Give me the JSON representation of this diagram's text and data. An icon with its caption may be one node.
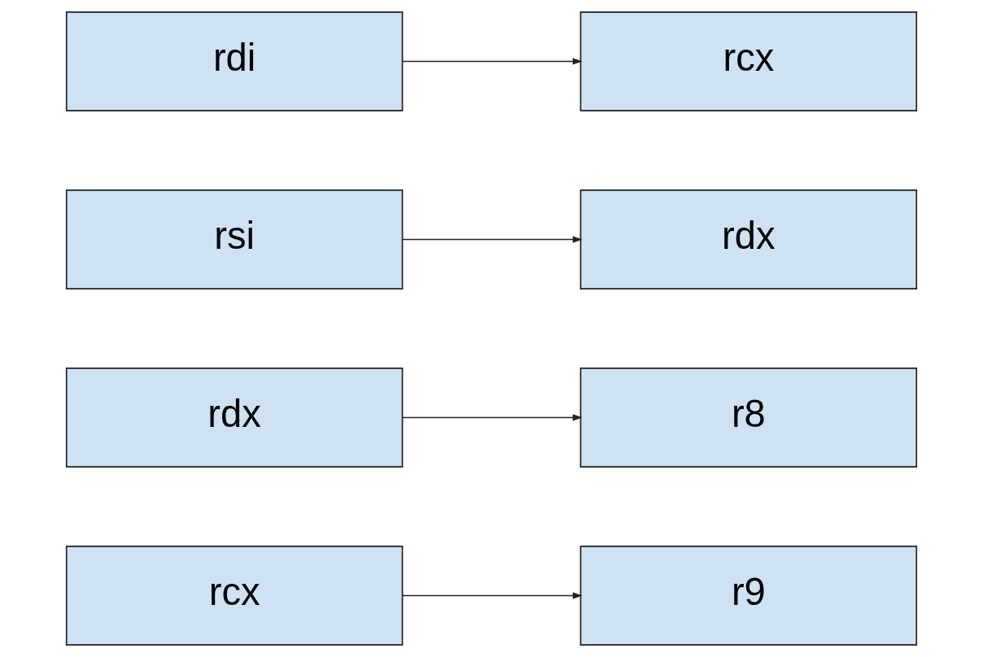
{
  "diagram": {
    "nodes": [
      {
        "text": [
          "rdi"
        ]
      },
      {
        "text": [
          "rcx"
        ]
      },
      {
        "text": [
          "rsi"
        ]
      },
      {
        "text": [
          "rdx"
        ]
      },
      {
        "text": [
          "rdx"
        ]
      },
      {
        "text": [
          "r8"
        ]
      },
      {
        "text": [
          "rcx"
        ]
      },
      {
        "text": [
          "r9"
        ]
      }
    ],
    "edges": [
      {
        "from": 0,
        "to": 1,
        "arrow": "to"
      },
      {
        "from": 2,
        "to": 3,
        "arrow": "to"
      },
      {
        "from": 4,
        "to": 5,
        "arrow": "to"
      },
      {
        "from": 6,
        "to": 7,
        "arrow": "to"
      }
    ]
  }
}
